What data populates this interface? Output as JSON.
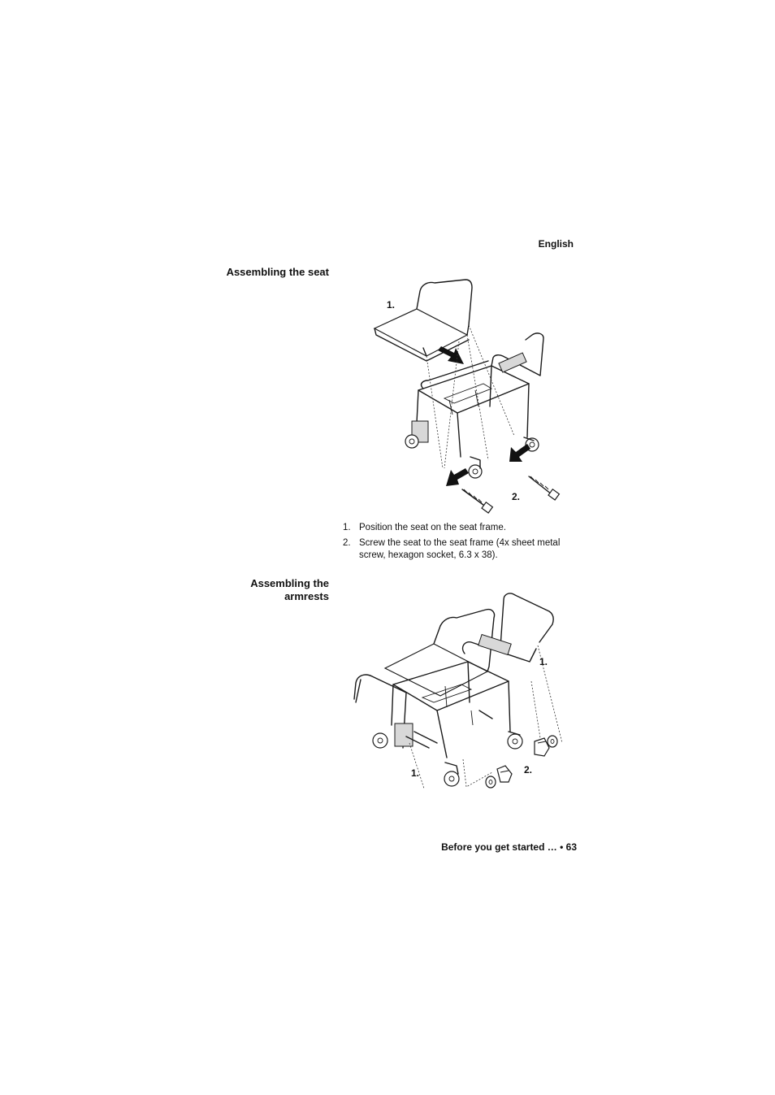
{
  "header": {
    "language": "English"
  },
  "sections": [
    {
      "heading_lines": [
        "Assembling the seat"
      ],
      "callouts": [
        "1.",
        "2."
      ],
      "steps": [
        {
          "num": "1.",
          "text": "Position the seat on the seat frame."
        },
        {
          "num": "2.",
          "text": "Screw the seat to the seat frame (4x sheet metal screw, hexagon socket, 6.3 x 38)."
        }
      ]
    },
    {
      "heading_lines": [
        "Assembling the",
        "armrests"
      ],
      "callouts": [
        "1.",
        "1.",
        "2."
      ]
    }
  ],
  "footer": {
    "text": "Before you get started … • 63"
  }
}
